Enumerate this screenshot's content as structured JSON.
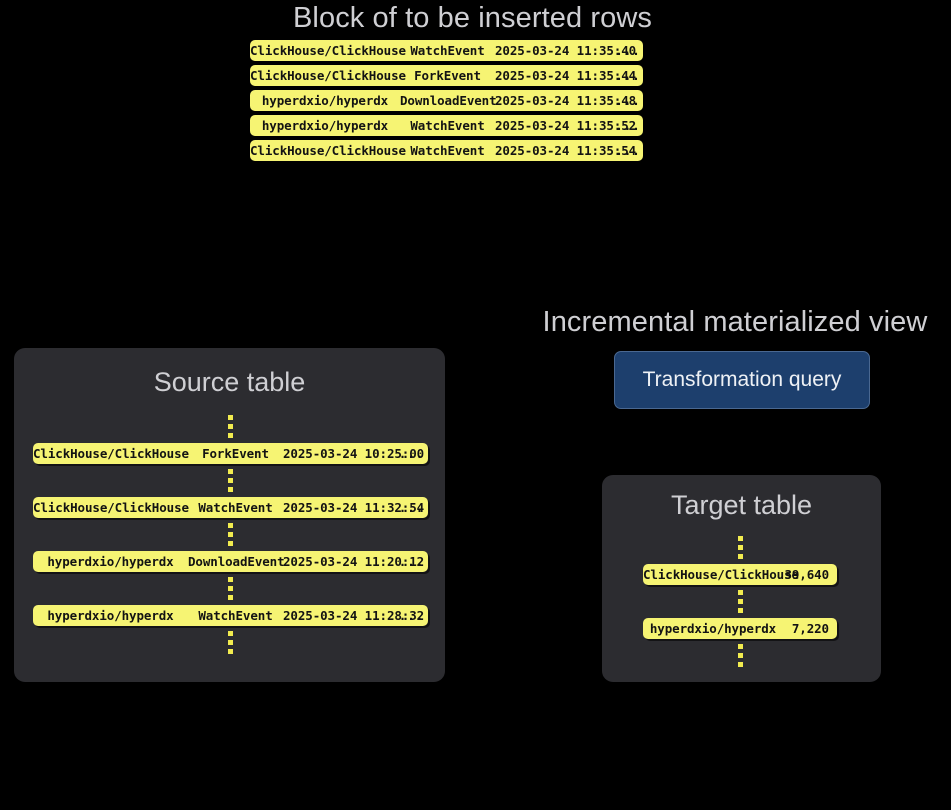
{
  "block": {
    "heading": "Block of to be inserted rows",
    "rows": [
      {
        "repo": "ClickHouse/ClickHouse",
        "event": "WatchEvent",
        "timestamp": "2025-03-24 11:35:40",
        "more": "..."
      },
      {
        "repo": "ClickHouse/ClickHouse",
        "event": "ForkEvent",
        "timestamp": "2025-03-24 11:35:44",
        "more": "..."
      },
      {
        "repo": "hyperdxio/hyperdx",
        "event": "DownloadEvent",
        "timestamp": "2025-03-24 11:35:48",
        "more": "..."
      },
      {
        "repo": "hyperdxio/hyperdx",
        "event": "WatchEvent",
        "timestamp": "2025-03-24 11:35:52",
        "more": "..."
      },
      {
        "repo": "ClickHouse/ClickHouse",
        "event": "WatchEvent",
        "timestamp": "2025-03-24 11:35:54",
        "more": "..."
      }
    ]
  },
  "source_table": {
    "title": "Source table",
    "rows": [
      {
        "repo": "ClickHouse/ClickHouse",
        "event": "ForkEvent",
        "timestamp": "2025-03-24 10:25:00",
        "more": "..."
      },
      {
        "repo": "ClickHouse/ClickHouse",
        "event": "WatchEvent",
        "timestamp": "2025-03-24 11:32:54",
        "more": "..."
      },
      {
        "repo": "hyperdxio/hyperdx",
        "event": "DownloadEvent",
        "timestamp": "2025-03-24 11:20:12",
        "more": "..."
      },
      {
        "repo": "hyperdxio/hyperdx",
        "event": "WatchEvent",
        "timestamp": "2025-03-24 11:28:32",
        "more": "..."
      }
    ]
  },
  "materialized_view": {
    "heading": "Incremental materialized view",
    "query_label": "Transformation query"
  },
  "target_table": {
    "title": "Target table",
    "rows": [
      {
        "repo": "ClickHouse/ClickHouse",
        "count": "39,640"
      },
      {
        "repo": "hyperdxio/hyperdx",
        "count": "7,220"
      }
    ]
  },
  "colors": {
    "background": "#000000",
    "panel": "#2c2c30",
    "row_yellow": "#f6f473",
    "row_text": "#131313",
    "heading_text": "#cfcfd3",
    "query_box": "#1d3f6d",
    "query_border": "#4a6891",
    "dot": "#f2ec4f"
  }
}
